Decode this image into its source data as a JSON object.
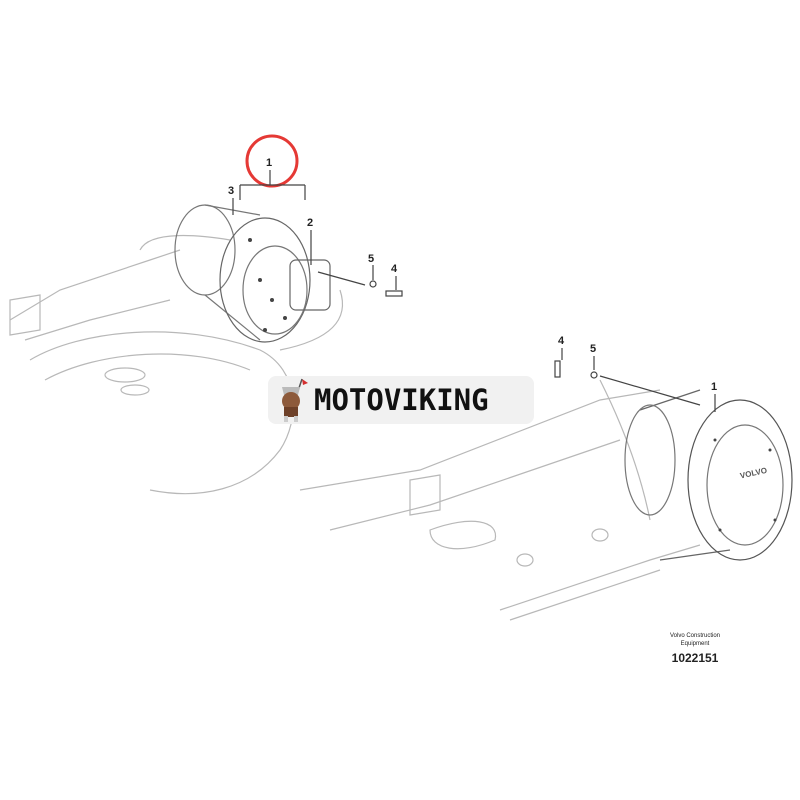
{
  "diagram": {
    "callouts_left": {
      "assembly": "1",
      "motor_housing": "3",
      "motor_cover": "2",
      "washer": "5",
      "bolt": "4"
    },
    "callouts_right": {
      "bolt": "4",
      "washer": "5",
      "assembly": "1"
    },
    "motor_brand_mark": "VOLVO",
    "highlight_color": "#e53935"
  },
  "watermark": {
    "text": "MOTOVIKING"
  },
  "caption": {
    "line1": "Volvo Construction",
    "line2": "Equipment",
    "part_number": "1022151"
  }
}
